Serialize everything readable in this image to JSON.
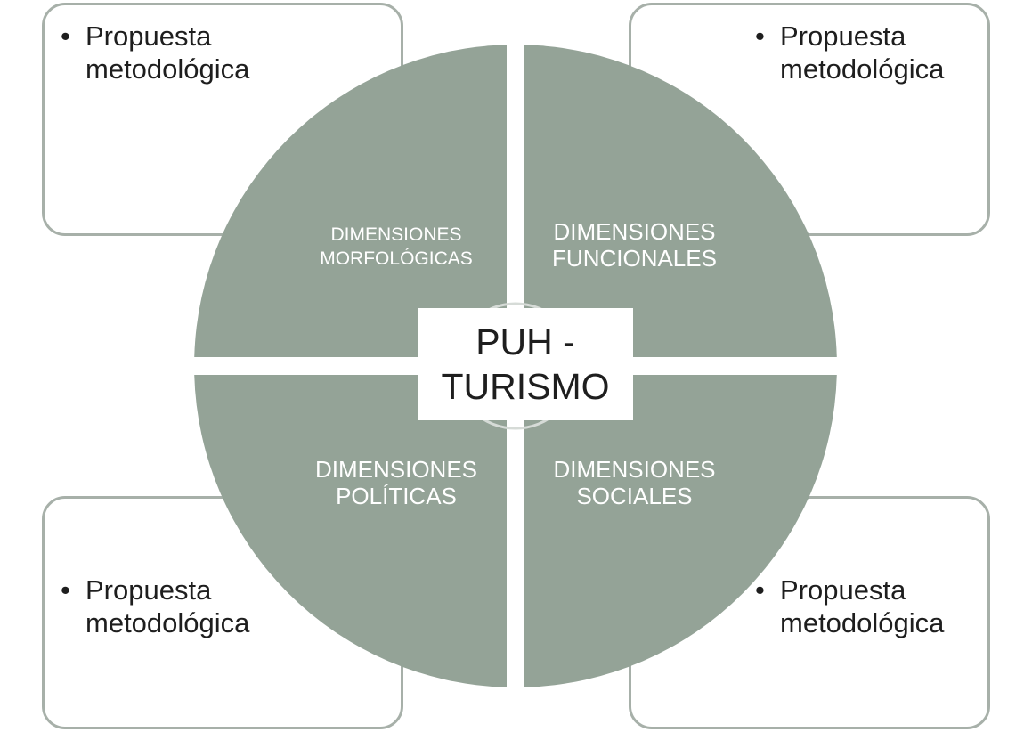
{
  "diagram": {
    "center_label": "PUH - TURISMO",
    "quadrants": {
      "top_left": {
        "label_line1": "DIMENSIONES",
        "label_line2": "MORFOLÓGICAS"
      },
      "top_right": {
        "label_line1": "DIMENSIONES",
        "label_line2": "FUNCIONALES"
      },
      "bottom_left": {
        "label_line1": "DIMENSIONES",
        "label_line2": "POLÍTICAS"
      },
      "bottom_right": {
        "label_line1": "DIMENSIONES",
        "label_line2": "SOCIALES"
      }
    },
    "corner_boxes": {
      "top_left": {
        "bullet": "•",
        "text_line1": "Propuesta",
        "text_line2": "metodológica"
      },
      "top_right": {
        "bullet": "•",
        "text_line1": "Propuesta",
        "text_line2": "metodológica"
      },
      "bottom_left": {
        "bullet": "•",
        "text_line1": "Propuesta",
        "text_line2": "metodológica"
      },
      "bottom_right": {
        "bullet": "•",
        "text_line1": "Propuesta",
        "text_line2": "metodológica"
      }
    },
    "colors": {
      "quadrant_fill": "#94a397",
      "box_border": "#a7b0a9",
      "text_dark": "#1e1e1e",
      "text_light": "#ffffff"
    }
  }
}
